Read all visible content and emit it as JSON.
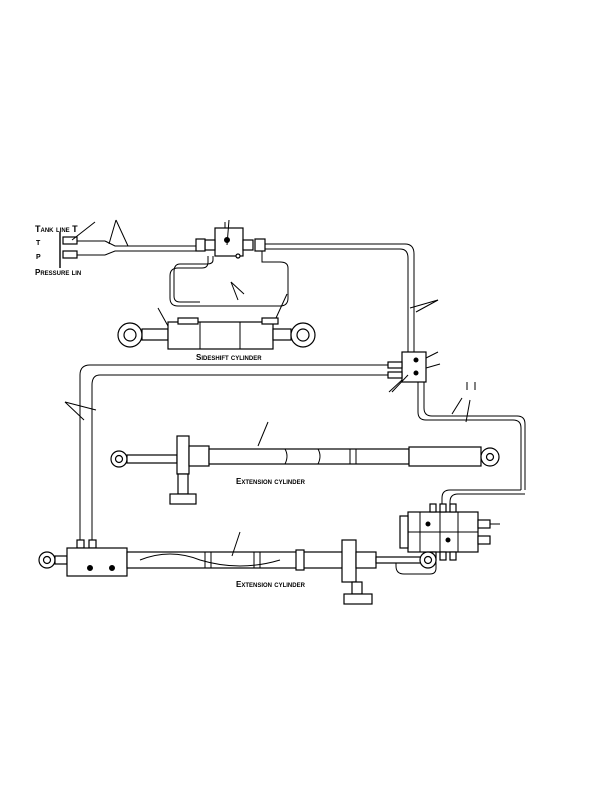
{
  "labels": {
    "tank_line": "Tank line T",
    "t_port": "T",
    "p_port": "P",
    "pressure_line": "Pressure lin",
    "sideshift_cylinder": "Sideshift cylinder",
    "extension_cylinder_upper": "Extension cylinder",
    "extension_cylinder_lower": "Extension cylinder"
  }
}
